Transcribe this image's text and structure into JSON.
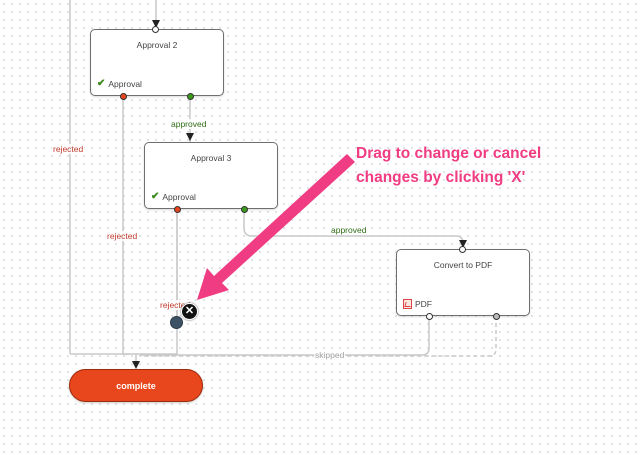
{
  "nodes": {
    "approval2": {
      "title": "Approval 2",
      "type_label": "Approval",
      "type_icon": "check-icon"
    },
    "approval3": {
      "title": "Approval 3",
      "type_label": "Approval",
      "type_icon": "check-icon"
    },
    "convert_pdf": {
      "title": "Convert to PDF",
      "type_label": "PDF",
      "type_icon": "pdf-icon"
    },
    "complete": {
      "title": "complete"
    }
  },
  "connections": {
    "rejected_1": "rejected",
    "rejected_2": "rejected",
    "rejected_3": "rejected",
    "approved_1": "approved",
    "approved_2": "approved",
    "skipped": "skipped"
  },
  "drag": {
    "cancel_glyph": "✕"
  },
  "annotation": {
    "text": "Drag to change or cancel changes by clicking 'X'"
  },
  "colors": {
    "rejected": "#c0392b",
    "approved": "#2e6b14",
    "skipped": "#a3a3a3",
    "complete_fill": "#e8461c",
    "annotation": "#f03c82",
    "port_rejected": "#e8461c",
    "port_approved": "#3a9a1a"
  }
}
